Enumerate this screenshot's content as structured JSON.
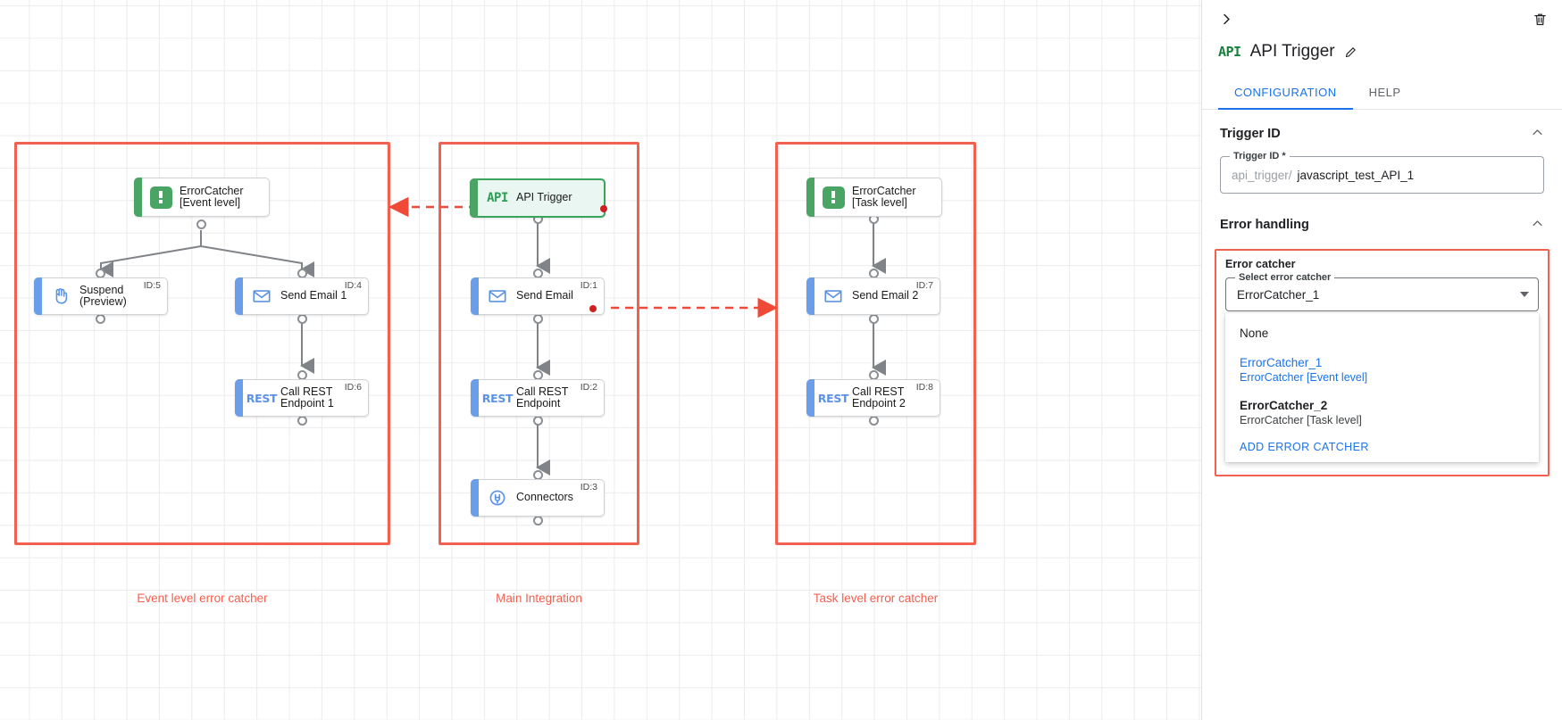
{
  "canvas": {
    "groups": [
      {
        "label": "Event level error catcher"
      },
      {
        "label": "Main Integration"
      },
      {
        "label": "Task level error catcher"
      }
    ],
    "nodes": {
      "error_catcher_event": {
        "label": "ErrorCatcher\n[Event level]",
        "id": "",
        "icon": "error-catcher-icon"
      },
      "suspend": {
        "label": "Suspend\n(Preview)",
        "id": "ID:5",
        "icon": "suspend-hand-icon"
      },
      "send_email_1": {
        "label": "Send Email 1",
        "id": "ID:4",
        "icon": "envelope-icon"
      },
      "call_rest_1": {
        "label": "Call REST\nEndpoint 1",
        "id": "ID:6",
        "icon": "rest-icon"
      },
      "api_trigger": {
        "label": "API Trigger",
        "id": "",
        "icon": "api-icon"
      },
      "send_email": {
        "label": "Send Email",
        "id": "ID:1",
        "icon": "envelope-icon"
      },
      "call_rest": {
        "label": "Call REST\nEndpoint",
        "id": "ID:2",
        "icon": "rest-icon"
      },
      "connectors": {
        "label": "Connectors",
        "id": "ID:3",
        "icon": "connectors-icon"
      },
      "error_catcher_task": {
        "label": "ErrorCatcher\n[Task level]",
        "id": "",
        "icon": "error-catcher-icon"
      },
      "send_email_2": {
        "label": "Send Email 2",
        "id": "ID:7",
        "icon": "envelope-icon"
      },
      "call_rest_2": {
        "label": "Call REST\nEndpoint 2",
        "id": "ID:8",
        "icon": "rest-icon"
      }
    }
  },
  "panel": {
    "collapse_icon": "chevron-right-icon",
    "delete_icon": "trash-icon",
    "title_icon": "api-icon",
    "title": "API Trigger",
    "edit_icon": "pencil-icon",
    "tabs": [
      {
        "label": "CONFIGURATION",
        "active": true
      },
      {
        "label": "HELP",
        "active": false
      }
    ],
    "trigger_id_section": {
      "title": "Trigger ID",
      "collapse_icon": "chevron-up-icon",
      "field_label": "Trigger ID *",
      "prefix": "api_trigger/",
      "value": "javascript_test_API_1"
    },
    "error_handling_section": {
      "title": "Error handling",
      "collapse_icon": "chevron-up-icon",
      "error_catcher_label": "Error catcher",
      "select_label": "Select error catcher",
      "selected_value": "ErrorCatcher_1",
      "dropdown": {
        "none_label": "None",
        "options": [
          {
            "primary": "ErrorCatcher_1",
            "secondary": "ErrorCatcher [Event level]",
            "selected": true
          },
          {
            "primary": "ErrorCatcher_2",
            "secondary": "ErrorCatcher [Task level]",
            "selected": false
          }
        ],
        "action_label": "ADD ERROR CATCHER"
      }
    }
  },
  "colors": {
    "accent_blue": "#1a73e8",
    "group_red": "#f4604f",
    "node_blue": "#6a9eeb",
    "node_green": "#4aa564",
    "error_dot": "#cf1f1f"
  }
}
